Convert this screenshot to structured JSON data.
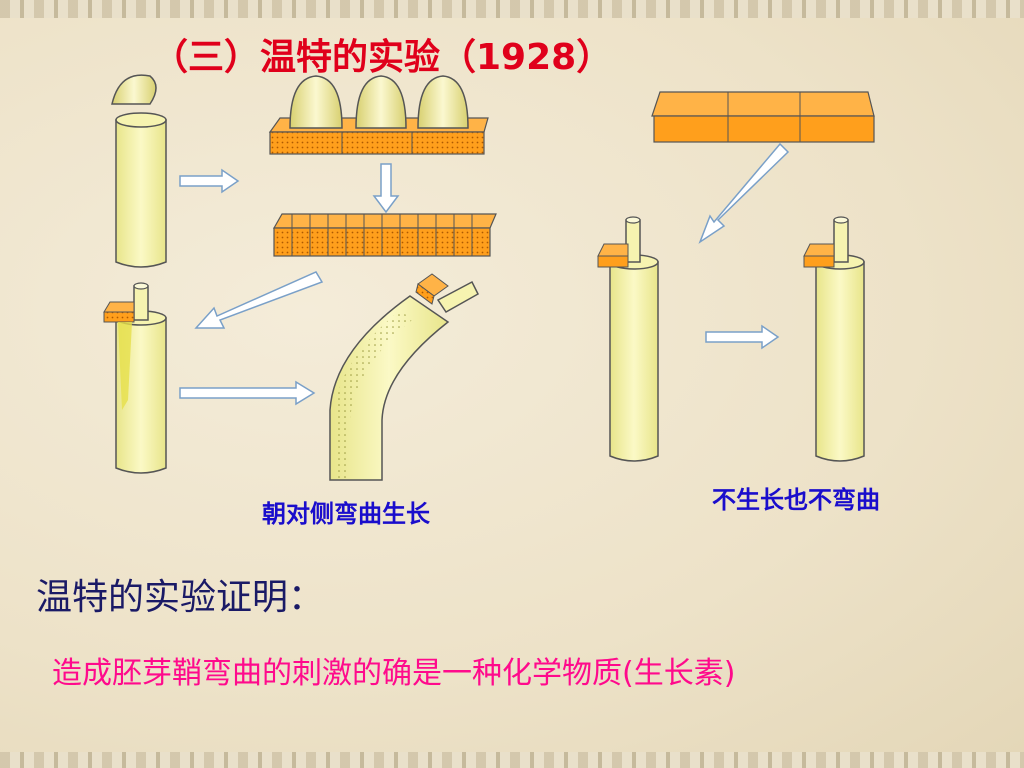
{
  "title": "（三）温特的实验（1928）",
  "captions": {
    "bend": "朝对侧弯曲生长",
    "no_growth": "不生长也不弯曲"
  },
  "conclusion": {
    "heading": "温特的实验证明：",
    "text": "造成胚芽鞘弯曲的刺激的确是一种化学物质(生长素)"
  },
  "colors": {
    "title": "#e0001b",
    "caption": "#1a0dcc",
    "conclusion_text": "#ff0a8c",
    "coleoptile": "#f5f3a8",
    "agar": "#ff9f1c"
  }
}
